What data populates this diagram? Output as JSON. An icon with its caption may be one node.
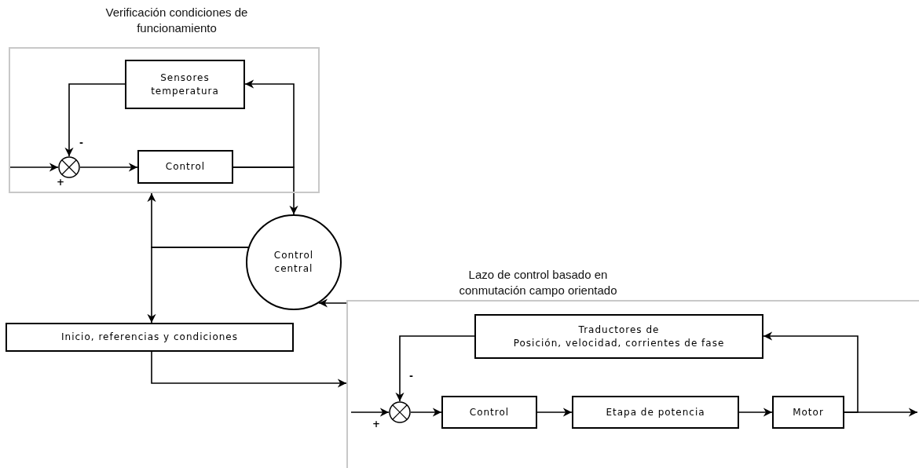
{
  "diagram": {
    "nodes": [
      {
        "text": [
          "Verificación condiciones de funcionamiento"
        ]
      },
      {
        "text": [
          "Sensores temperatura"
        ],
        "in": 0
      },
      {
        "text": [],
        "shape": "circle",
        "in": 0
      },
      {
        "text": [
          "Control"
        ],
        "in": 0
      },
      {
        "text": [
          "Control central"
        ]
      },
      {
        "text": [
          "Inicio, referencias y condiciones"
        ]
      },
      {
        "text": [
          "Lazo de control basado en conmutación campo orientado"
        ]
      },
      {
        "text": [
          "Traductores de",
          "Posición, velocidad, corrientes de fase"
        ],
        "in": 6
      },
      {
        "text": [],
        "shape": "circle",
        "in": 6
      },
      {
        "text": [
          "Control"
        ],
        "in": 6
      },
      {
        "text": [
          "Etapa de potencia"
        ],
        "in": 6
      },
      {
        "text": [
          "Motor"
        ],
        "in": 6
      }
    ],
    "edges": [
      {
        "from": null,
        "to": 2,
        "arrow": "to"
      },
      {
        "from": 1,
        "to": 2,
        "arrow": "to"
      },
      {
        "from": 2,
        "to": 3,
        "arrow": "to"
      },
      {
        "from": 3,
        "to": 1,
        "arrow": "to"
      },
      {
        "from": 3,
        "to": 4,
        "arrow": "to"
      },
      {
        "from": 4,
        "to": 0,
        "arrow": "to"
      },
      {
        "from": 4,
        "to": 5,
        "arrow": "to"
      },
      {
        "from": 6,
        "to": 4,
        "arrow": "to"
      },
      {
        "from": 5,
        "to": 6,
        "arrow": "to"
      },
      {
        "from": null,
        "to": 8,
        "arrow": "to"
      },
      {
        "from": 7,
        "to": 8,
        "arrow": "to"
      },
      {
        "from": 8,
        "to": 9,
        "arrow": "to"
      },
      {
        "from": 9,
        "to": 10,
        "arrow": "to"
      },
      {
        "from": 10,
        "to": 11,
        "arrow": "to"
      },
      {
        "from": 11,
        "to": 7,
        "arrow": "to"
      },
      {
        "from": 11,
        "to": null,
        "arrow": "to"
      }
    ],
    "labels": [
      "-",
      "+",
      "-",
      "+"
    ]
  }
}
